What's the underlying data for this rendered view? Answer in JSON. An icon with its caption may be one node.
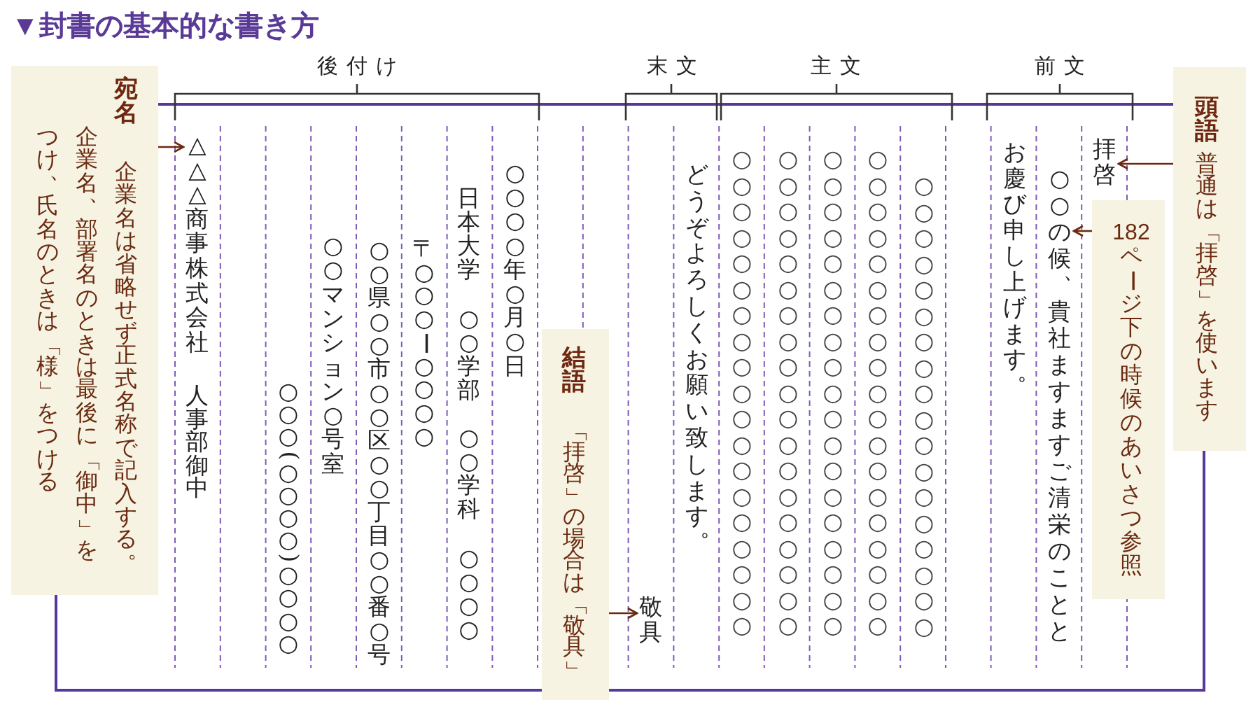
{
  "diagram": {
    "title": "▼封書の基本的な書き方",
    "nodes": [
      {
        "text": [
          "頭語",
          "普通は「拝啓」を使います"
        ]
      },
      {
        "text": [
          "拝啓"
        ]
      },
      {
        "text": [
          "182ページ下の時候のあいさつ参照"
        ]
      },
      {
        "text": [
          "○○の候、貴社ますますご清栄のことと"
        ]
      },
      {
        "text": [
          "結語",
          "「拝啓」の場合は「敬具」"
        ]
      },
      {
        "text": [
          "敬具"
        ]
      },
      {
        "text": [
          "宛名",
          "企業名は省略せず正式名称で記入する。企業名、部署名のときは最後に「御中」をつけ、氏名のときは「様」をつける"
        ]
      },
      {
        "text": [
          "△△△商事株式会社",
          "人事部御中"
        ]
      }
    ],
    "edges": [
      {
        "from": 0,
        "to": 1,
        "arrow": "to"
      },
      {
        "from": 2,
        "to": 3,
        "arrow": "to"
      },
      {
        "from": 4,
        "to": 5,
        "arrow": "to"
      },
      {
        "from": 6,
        "to": 7,
        "arrow": "to"
      }
    ],
    "labels": [
      "後付け",
      "末文",
      "主文",
      "前文",
      "お慶び申し上げます。",
      "○○○○○○○○○○○○○○○○○○",
      "○○○○○○○○○○○○○○○○○○○",
      "○○○○○○○○○○○○○○○○○○○",
      "○○○○○○○○○○○○○○○○○○○",
      "○○○○○○○○○○○○○○○○○○○",
      "どうぞよろしくお願い致します。",
      "○○○○年○月○日",
      "日本大学　○○学部　○○学科　○○○○",
      "〒○○○ー○○○○",
      "○○県○○市○○区○○丁目○○番○号",
      "○○マンション○号室",
      "○○○(○○○○)○○○○"
    ]
  }
}
